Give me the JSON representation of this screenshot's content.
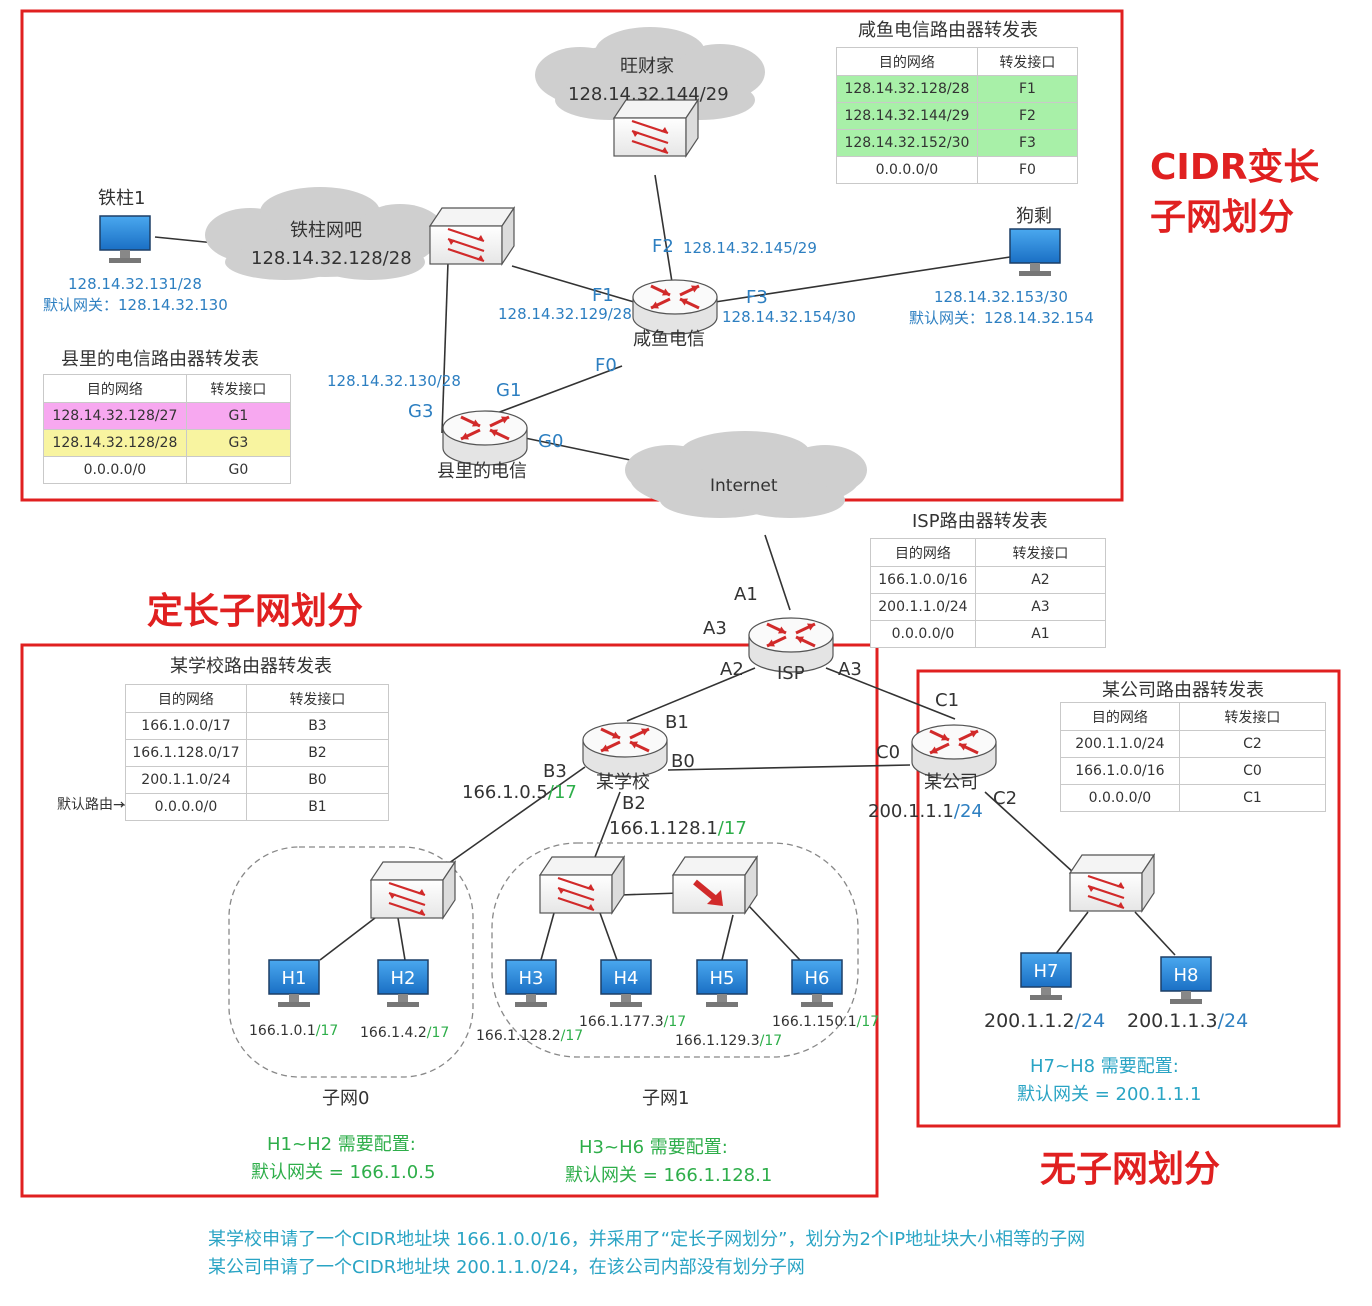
{
  "sections": {
    "cidr": "CIDR变长\n子网划分",
    "cidr_line1": "CIDR变长",
    "cidr_line2": "子网划分",
    "fixed": "定长子网划分",
    "none": "无子网划分"
  },
  "colors": {
    "section_border": "#e02020",
    "ip_blue": "#2d7fc1",
    "prefix_green": "#2eae4a",
    "footer_cyan": "#2aa4c4",
    "row_green": "#a8f0a8",
    "row_pink": "#f7a8f0",
    "row_yellow": "#f8f4a0",
    "router_red": "#d12a2a"
  },
  "clouds": {
    "wangcaijia": {
      "name": "旺财家",
      "net": "128.14.32.144/29"
    },
    "tiezhu_cafe": {
      "name": "铁柱网吧",
      "net": "128.14.32.128/28"
    },
    "internet": {
      "name": "Internet"
    }
  },
  "hosts": {
    "tiezhu1": {
      "name": "铁柱1",
      "ip": "128.14.32.131/28",
      "gw": "默认网关：128.14.32.130"
    },
    "goushen": {
      "name": "狗剩",
      "ip": "128.14.32.153/30",
      "gw": "默认网关：128.14.32.154"
    },
    "h1": {
      "name": "H1",
      "ip": "166.1.0.1",
      "prefix": "/17"
    },
    "h2": {
      "name": "H2",
      "ip": "166.1.4.2",
      "prefix": "/17"
    },
    "h3": {
      "name": "H3",
      "ip": "166.1.128.2",
      "prefix": "/17"
    },
    "h4": {
      "name": "H4",
      "ip": "166.1.177.3",
      "prefix": "/17"
    },
    "h5": {
      "name": "H5",
      "ip": "166.1.129.3",
      "prefix": "/17"
    },
    "h6": {
      "name": "H6",
      "ip": "166.1.150.1",
      "prefix": "/17"
    },
    "h7": {
      "name": "H7",
      "ip": "200.1.1.2",
      "prefix": "/24"
    },
    "h8": {
      "name": "H8",
      "ip": "200.1.1.3",
      "prefix": "/24"
    }
  },
  "routers": {
    "xianyu": {
      "name": "咸鱼电信"
    },
    "county": {
      "name": "县里的电信"
    },
    "isp": {
      "name": "ISP"
    },
    "school": {
      "name": "某学校"
    },
    "company": {
      "name": "某公司"
    }
  },
  "interfaces": {
    "F1": "F1",
    "F1_ip": "128.14.32.129/28",
    "F2": "F2",
    "F2_ip": "128.14.32.145/29",
    "F3": "F3",
    "F3_ip": "128.14.32.154/30",
    "F0": "F0",
    "G1": "G1",
    "G3": "G3",
    "G3_ip": "128.14.32.130/28",
    "G0": "G0",
    "A1": "A1",
    "A2": "A2",
    "A3a": "A3",
    "A3b": "A3",
    "B1": "B1",
    "B0": "B0",
    "B2": "B2",
    "B3": "B3",
    "B3_ip": "166.1.0.5",
    "B3_prefix": "/17",
    "B2_ip": "166.1.128.1",
    "B2_prefix": "/17",
    "C1": "C1",
    "C0": "C0",
    "C2": "C2",
    "C2_ip": "200.1.1.1",
    "C2_prefix": "/24"
  },
  "tables": {
    "xianyu": {
      "title": "咸鱼电信路由器转发表",
      "headers": [
        "目的网络",
        "转发接口"
      ],
      "rows": [
        [
          "128.14.32.128/28",
          "F1"
        ],
        [
          "128.14.32.144/29",
          "F2"
        ],
        [
          "128.14.32.152/30",
          "F3"
        ],
        [
          "0.0.0.0/0",
          "F0"
        ]
      ]
    },
    "county": {
      "title": "县里的电信路由器转发表",
      "headers": [
        "目的网络",
        "转发接口"
      ],
      "rows": [
        [
          "128.14.32.128/27",
          "G1"
        ],
        [
          "128.14.32.128/28",
          "G3"
        ],
        [
          "0.0.0.0/0",
          "G0"
        ]
      ]
    },
    "isp": {
      "title": "ISP路由器转发表",
      "headers": [
        "目的网络",
        "转发接口"
      ],
      "rows": [
        [
          "166.1.0.0/16",
          "A2"
        ],
        [
          "200.1.1.0/24",
          "A3"
        ],
        [
          "0.0.0.0/0",
          "A1"
        ]
      ]
    },
    "school": {
      "title": "某学校路由器转发表",
      "headers": [
        "目的网络",
        "转发接口"
      ],
      "rows": [
        [
          "166.1.0.0/17",
          "B3"
        ],
        [
          "166.1.128.0/17",
          "B2"
        ],
        [
          "200.1.1.0/24",
          "B0"
        ],
        [
          "0.0.0.0/0",
          "B1"
        ]
      ],
      "default_route_label": "默认路由→"
    },
    "company": {
      "title": "某公司路由器转发表",
      "headers": [
        "目的网络",
        "转发接口"
      ],
      "rows": [
        [
          "200.1.1.0/24",
          "C2"
        ],
        [
          "166.1.0.0/16",
          "C0"
        ],
        [
          "0.0.0.0/0",
          "C1"
        ]
      ]
    }
  },
  "subnets": {
    "s0": "子网0",
    "s1": "子网1"
  },
  "notes": {
    "h1h2_title": "H1~H2 需要配置:",
    "h1h2_gw": "默认网关 = 166.1.0.5",
    "h3h6_title": "H3~H6 需要配置:",
    "h3h6_gw": "默认网关 = 166.1.128.1",
    "h7h8_title": "H7~H8 需要配置:",
    "h7h8_gw": "默认网关 = 200.1.1.1"
  },
  "footer": {
    "line1": "某学校申请了一个CIDR地址块 166.1.0.0/16，并采用了“定长子网划分”，划分为2个IP地址块大小相等的子网",
    "line2": "某公司申请了一个CIDR地址块 200.1.1.0/24，在该公司内部没有划分子网"
  }
}
